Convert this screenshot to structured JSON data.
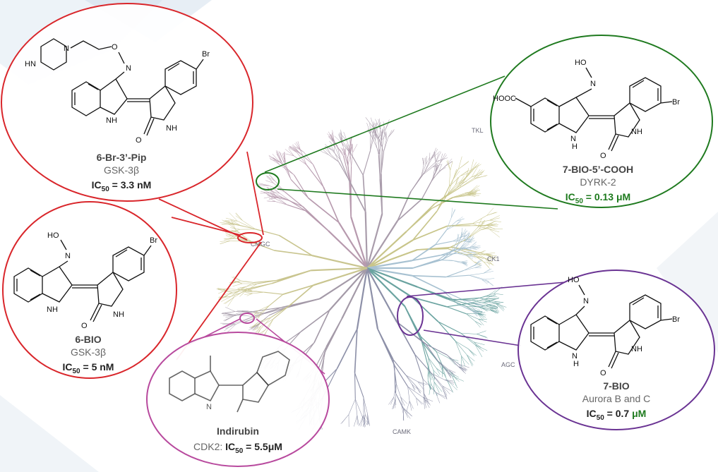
{
  "tree_labels": {
    "tkl": "TKL",
    "cmgc": "CMGC",
    "ck1": "CK1",
    "agc": "AGC",
    "camk": "CAMK"
  },
  "compounds": [
    {
      "id": "pip",
      "name": "6-Br-3’-Pip",
      "target": "GSK-3β",
      "ic_label": "IC",
      "ic_sub": "50",
      "ic_value": " = 3.3 nM",
      "color": "#d9262b"
    },
    {
      "id": "bio6",
      "name": "6-BIO",
      "target": "GSK-3β",
      "ic_label": "IC",
      "ic_sub": "50",
      "ic_value": " = 5 nM",
      "color": "#d9262b"
    },
    {
      "id": "indirubin",
      "name": "Indirubin",
      "target": "CDK2: ",
      "ic_label": "IC",
      "ic_sub": "50",
      "ic_value": " = 5.5μM",
      "color": "#b84a9e"
    },
    {
      "id": "cooh",
      "name": "7-BIO-5’-COOH",
      "target": "DYRK-2",
      "ic_label": "IC",
      "ic_sub": "50",
      "ic_value": " = 0.13 μM",
      "color": "#1f7a1f",
      "ic_color": "#1d7a1d"
    },
    {
      "id": "bio7",
      "name": "7-BIO",
      "target": "Aurora B and C",
      "ic_label": "IC",
      "ic_sub": "50",
      "ic_value": " = 0.7 ",
      "ic_unit": "μM",
      "color": "#6a3393",
      "unit_color": "#1d7a1d"
    }
  ],
  "atoms": {
    "hn": "HN",
    "n": "N",
    "o": "O",
    "nh": "NH",
    "h": "H",
    "br": "Br",
    "ho": "HO",
    "hooc": "HOOC"
  }
}
